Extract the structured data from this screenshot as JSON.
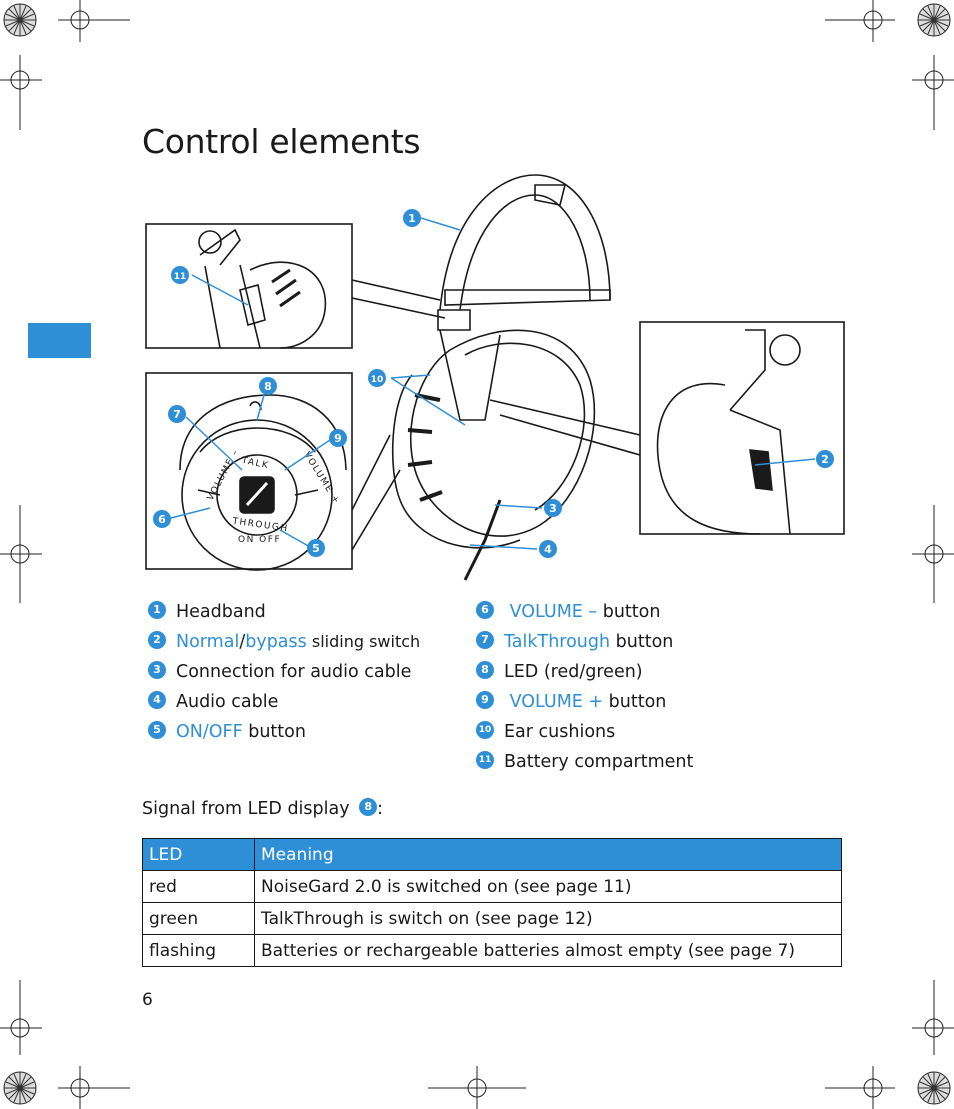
{
  "page": {
    "title": "Control elements",
    "page_number": "6"
  },
  "legend_left": [
    {
      "num": "1",
      "parts": [
        {
          "text": "Headband",
          "style": "plain"
        }
      ]
    },
    {
      "num": "2",
      "parts": [
        {
          "text": "Normal",
          "style": "blue"
        },
        {
          "text": "/",
          "style": "plain"
        },
        {
          "text": "bypass",
          "style": "blue"
        },
        {
          "text": " sliding switch",
          "style": "small"
        }
      ]
    },
    {
      "num": "3",
      "parts": [
        {
          "text": "Connection for audio cable",
          "style": "plain"
        }
      ]
    },
    {
      "num": "4",
      "parts": [
        {
          "text": "Audio cable",
          "style": "plain"
        }
      ]
    },
    {
      "num": "5",
      "parts": [
        {
          "text": "ON/OFF",
          "style": "blue"
        },
        {
          "text": " button",
          "style": "plain"
        }
      ]
    }
  ],
  "legend_right": [
    {
      "num": "6",
      "parts": [
        {
          "text": " VOLUME – ",
          "style": "blue"
        },
        {
          "text": "button",
          "style": "plain"
        }
      ]
    },
    {
      "num": "7",
      "parts": [
        {
          "text": "TalkThrough",
          "style": "blue"
        },
        {
          "text": " button",
          "style": "plain"
        }
      ]
    },
    {
      "num": "8",
      "parts": [
        {
          "text": "LED (red/green)",
          "style": "plain"
        }
      ]
    },
    {
      "num": "9",
      "parts": [
        {
          "text": " VOLUME + ",
          "style": "blue"
        },
        {
          "text": "button",
          "style": "plain"
        }
      ]
    },
    {
      "num": "10",
      "parts": [
        {
          "text": "Ear cushions",
          "style": "plain"
        }
      ]
    },
    {
      "num": "11",
      "parts": [
        {
          "text": "Battery compartment",
          "style": "plain"
        }
      ]
    }
  ],
  "signal": {
    "text": "Signal from LED display ",
    "num": "8",
    "suffix": ":"
  },
  "led_table": {
    "headers": [
      "LED",
      "Meaning"
    ],
    "rows": [
      [
        "red",
        "NoiseGard 2.0 is switched on (see page 11)"
      ],
      [
        "green",
        "TalkThrough is switch on (see page 12)"
      ],
      [
        "flashing",
        "Batteries or rechargeable batteries almost empty (see page 7)"
      ]
    ]
  },
  "callouts": [
    "1",
    "2",
    "3",
    "4",
    "5",
    "6",
    "7",
    "8",
    "9",
    "10",
    "11"
  ],
  "control_panel": {
    "volume_minus": "VOLUME –",
    "volume_plus": "VOLUME +",
    "talk": "TALK",
    "through": "THROUGH",
    "on_off": "ON OFF"
  },
  "colors": {
    "accent": "#2e8fd6",
    "text": "#1a1a1a"
  }
}
